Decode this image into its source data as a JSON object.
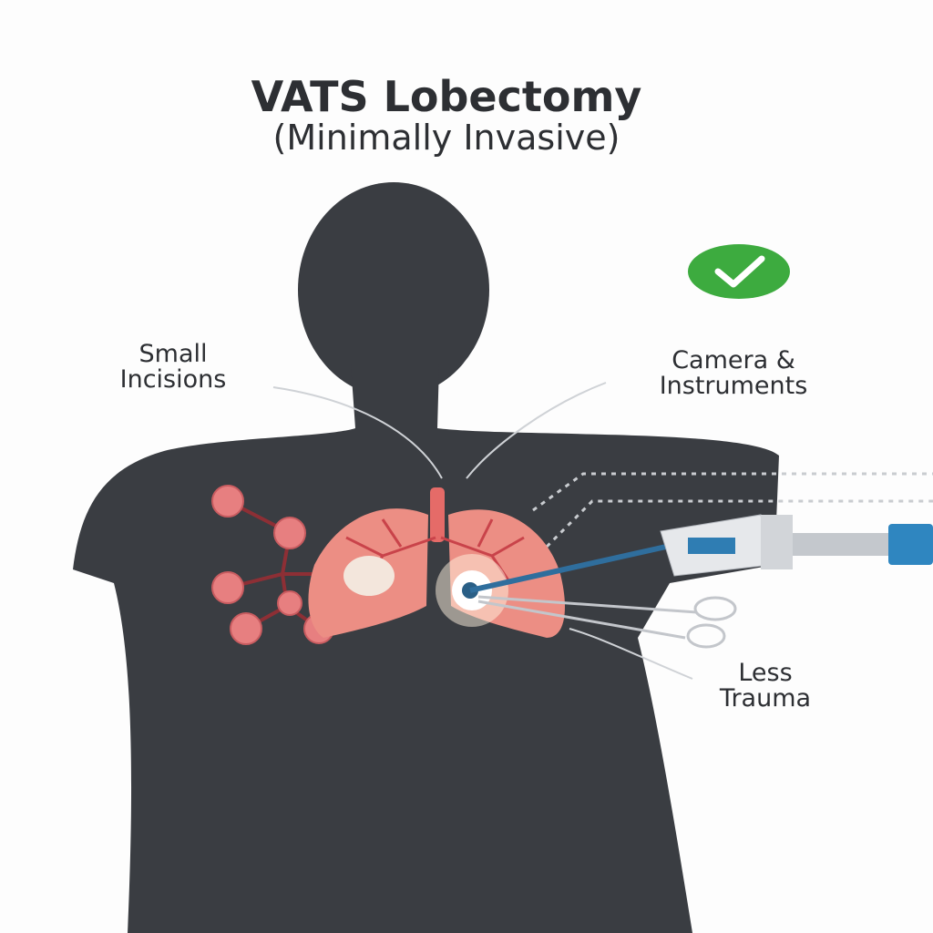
{
  "title": "VATS Lobectomy",
  "subtitle": "(Minimally Invasive)",
  "labels": {
    "small_incisions": [
      "Small",
      "Incisions"
    ],
    "camera_instruments": [
      "Camera &",
      "Instruments"
    ],
    "less_trauma": [
      "Less",
      "Trauma"
    ]
  },
  "icons": [
    "check-badge-icon",
    "lungs-icon",
    "thoracoscope-camera-icon",
    "surgical-scissors-icon"
  ],
  "colors": {
    "silhouette": "#3a3d42",
    "lung": "#e9897e",
    "check": "#3dab3f",
    "camera_accent": "#2f7db3"
  }
}
